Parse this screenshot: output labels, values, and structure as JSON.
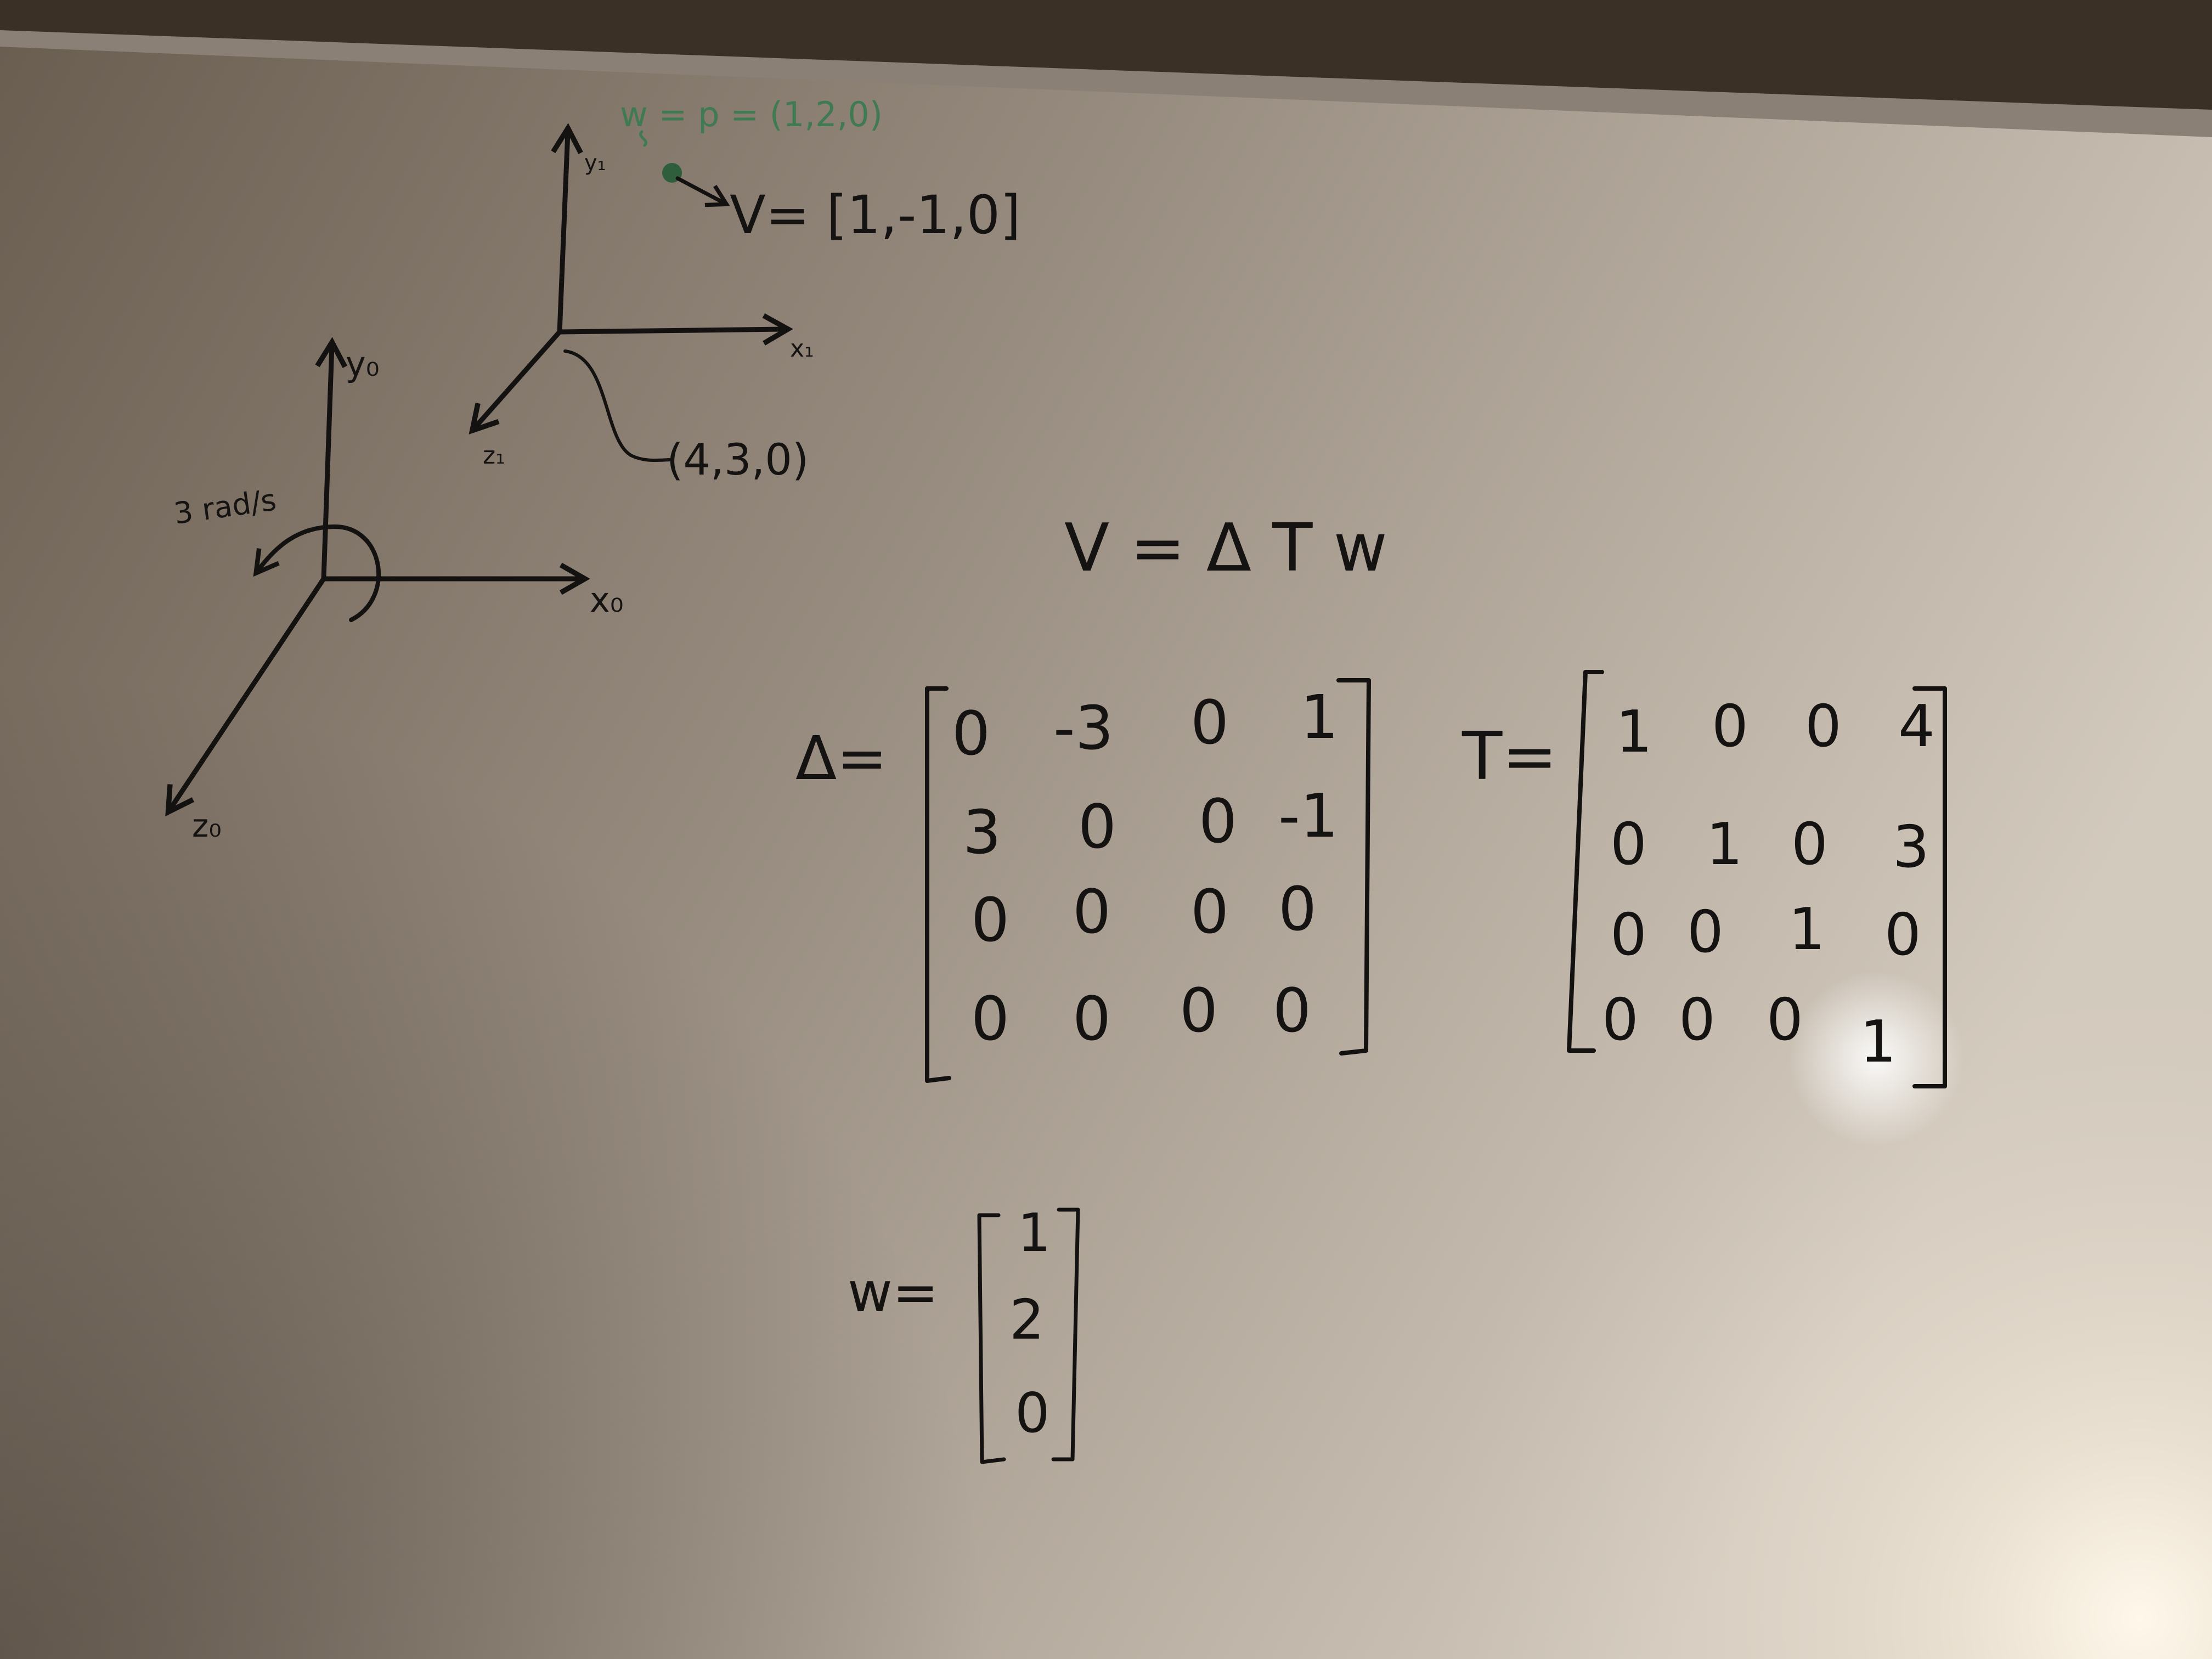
{
  "whiteboard": {
    "colors": {
      "board_left": "#6b5f52",
      "board_right": "#c9c1b5",
      "glare": "#fbf4e6",
      "ink": "#141210",
      "green_ink": "#3f7a52",
      "frame": "#2e2720"
    },
    "frame0": {
      "x_axis": "x₀",
      "y_axis": "y₀",
      "z_axis": "z₀",
      "rotation_note": "3 rad/s"
    },
    "frame1": {
      "x_axis": "x₁",
      "y_axis": "y₁",
      "z_axis": "z₁",
      "origin": "(4,3,0)"
    },
    "point": {
      "label": "w = p = (1,2,0)",
      "velocity": "V= [1,-1,0]"
    },
    "equation": "V = Δ T w",
    "delta": {
      "label": "Δ=",
      "rows": [
        [
          "0",
          "-3",
          "0",
          "1"
        ],
        [
          "3",
          "0",
          "0",
          "-1"
        ],
        [
          "0",
          "0",
          "0",
          "0"
        ],
        [
          "0",
          "0",
          "0",
          "0"
        ]
      ]
    },
    "t_matrix": {
      "label": "T=",
      "rows": [
        [
          "1",
          "0",
          "0",
          "4"
        ],
        [
          "0",
          "1",
          "0",
          "3"
        ],
        [
          "0",
          "0",
          "1",
          "0"
        ],
        [
          "0",
          "0",
          "0",
          "1"
        ]
      ]
    },
    "w_vector": {
      "label": "w=",
      "values": [
        "1",
        "2",
        "0"
      ]
    }
  }
}
